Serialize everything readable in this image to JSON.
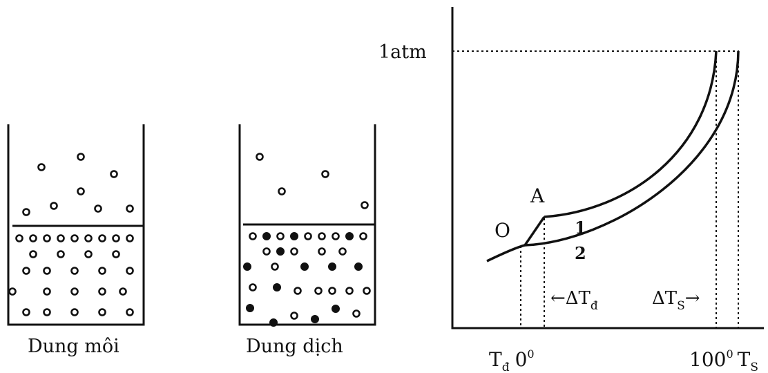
{
  "beakers": {
    "solvent": {
      "caption": "Dung môi"
    },
    "solution": {
      "caption": "Dung dịch"
    }
  },
  "phase_diagram": {
    "pressure_label": "1atm",
    "point_O": "O",
    "point_A": "A",
    "curve_1": "1",
    "curve_2": "2",
    "delta_td": "←ΔT",
    "delta_td_sub": "đ",
    "delta_ts": "ΔT",
    "delta_ts_sub": "S",
    "delta_ts_arrow": "→",
    "x_td": "T",
    "x_td_sub": "đ",
    "x_zero": "0",
    "x_zero_sup": "0",
    "x_hundred": "100",
    "x_hundred_sup": "0",
    "x_ts": "T",
    "x_ts_sub": "S"
  }
}
